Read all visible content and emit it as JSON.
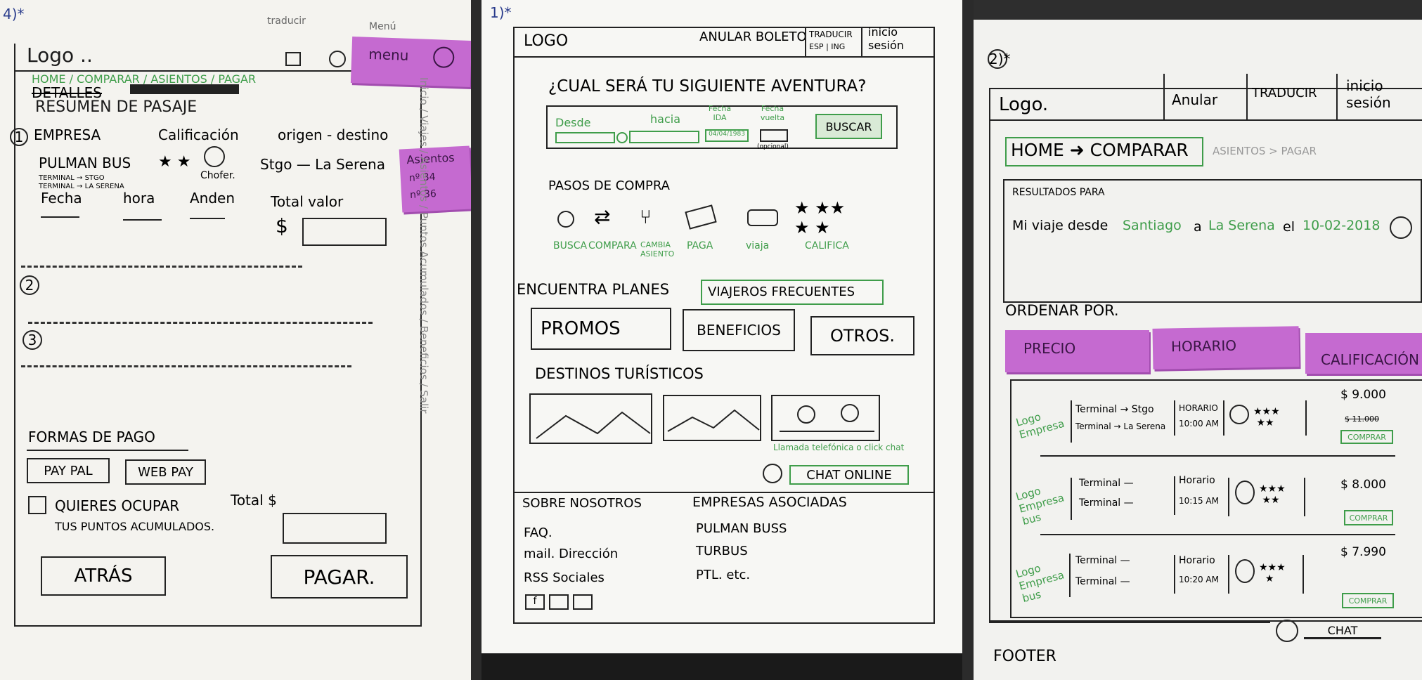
{
  "sheet1": {
    "corner_mark": "4)*",
    "annot_traducir": "traducir",
    "annot_menu": "Menú",
    "logo": "Logo ..",
    "menu_sticky": "menu",
    "breadcrumb": "HOME / COMPARAR / ASIENTOS / PAGAR",
    "struck_text": "DETALLES",
    "title": "RESUMEN DE PASAJE",
    "row1_num": "1",
    "col_empresa": "EMPRESA",
    "col_calificacion": "Calificación",
    "col_origen": "origen - destino",
    "pulman": "PULMAN BUS",
    "chofer": "Chofer.",
    "route": "Stgo — La Serena",
    "terminal_note1": "TERMINAL → STGO",
    "terminal_note2": "TERMINAL → LA SERENA",
    "col_fecha": "Fecha",
    "col_hora": "hora",
    "col_anden": "Anden",
    "col_total": "Total valor",
    "currency": "$",
    "asientos_sticky": [
      "Asientos",
      "nº 34",
      "nº 36"
    ],
    "row2_num": "2",
    "row3_num": "3",
    "side_text": "Inicio / Viajes / Asientos / Puntos Acumulados / Beneficios / Salir",
    "formas_pago": "FORMAS DE PAGO",
    "paypal": "PAY PAL",
    "webpay": "WEB PAY",
    "puntos_line1": "QUIERES OCUPAR",
    "puntos_line2": "TUS PUNTOS ACUMULADOS.",
    "total_label": "Total $",
    "btn_atras": "ATRÁS",
    "btn_pagar": "PAGAR."
  },
  "sheet2": {
    "corner_mark": "1)*",
    "logo": "LOGO",
    "nav_anular": "ANULAR BOLETO",
    "nav_traducir": "TRADUCIR",
    "nav_lang": "ESP | ING",
    "nav_inicio": "inicio sesión",
    "headline": "¿CUAL SERÁ TU SIGUIENTE AVENTURA?",
    "field_desde": "Desde",
    "field_hacia": "hacia",
    "field_ida": "Fecha IDA",
    "field_ida_val": "04/04/1983",
    "field_vuelta": "Fecha vuelta",
    "field_opcional": "(opcional)",
    "btn_buscar": "BUSCAR",
    "pasos": "PASOS DE COMPRA",
    "steps": [
      "BUSCA",
      "COMPARA",
      "CAMBIA ASIENTO",
      "PAGA",
      "viaja",
      "CALIFICA"
    ],
    "encuentra": "ENCUENTRA PLANES",
    "viajeros": "VIAJEROS FRECUENTES",
    "promos": "PROMOS",
    "beneficios": "BENEFICIOS",
    "otros": "OTROS.",
    "destinos": "DESTINOS TURÍSTICOS",
    "llamada_note": "Llamada telefónica o click chat",
    "chat": "CHAT ONLINE",
    "footer_sobre": "SOBRE NOSOTROS",
    "footer_faq": "FAQ.",
    "footer_mail": "mail. Dirección",
    "footer_rss": "RSS Sociales",
    "footer_empresas": "EMPRESAS ASOCIADAS",
    "footer_pulman": "PULMAN BUSS",
    "footer_turbus": "TURBUS",
    "footer_ptl": "PTL. etc."
  },
  "sheet3": {
    "corner_mark": "2)*",
    "logo": "Logo.",
    "nav_anular": "Anular",
    "nav_traducir": "TRADUCIR",
    "nav_inicio": "inicio sesión",
    "bc_home_comparar": "HOME ➜ COMPARAR",
    "bc_rest": "ASIENTOS > PAGAR",
    "resultados": "RESULTADOS PARA",
    "mi_viaje": "Mi viaje desde",
    "city_from": "Santiago",
    "a": "a",
    "city_to": "La Serena",
    "el": "el",
    "date": "10-02-2018",
    "ordenar": "ORDENAR POR.",
    "sort_precio": "PRECIO",
    "sort_horario": "HORARIO",
    "sort_calificacion": "CALIFICACIÓN",
    "results": [
      {
        "logo": "Logo Empresa",
        "t1": "Terminal → Stgo",
        "t2": "Terminal → La Serena",
        "horario": "HORARIO",
        "time": "10:00 AM",
        "price": "$ 9.000",
        "price_note": "$ 11.000",
        "comprar": "COMPRAR"
      },
      {
        "logo": "Logo Empresa bus",
        "t1": "Terminal —",
        "t2": "Terminal —",
        "horario": "Horario",
        "time": "10:15 AM",
        "price": "$ 8.000",
        "price_note": "",
        "comprar": "COMPRAR"
      },
      {
        "logo": "Logo Empresa bus",
        "t1": "Terminal —",
        "t2": "Terminal —",
        "horario": "Horario",
        "time": "10:20 AM",
        "price": "$ 7.990",
        "price_note": "",
        "comprar": "COMPRAR"
      }
    ],
    "chat": "CHAT",
    "footer": "FOOTER"
  }
}
